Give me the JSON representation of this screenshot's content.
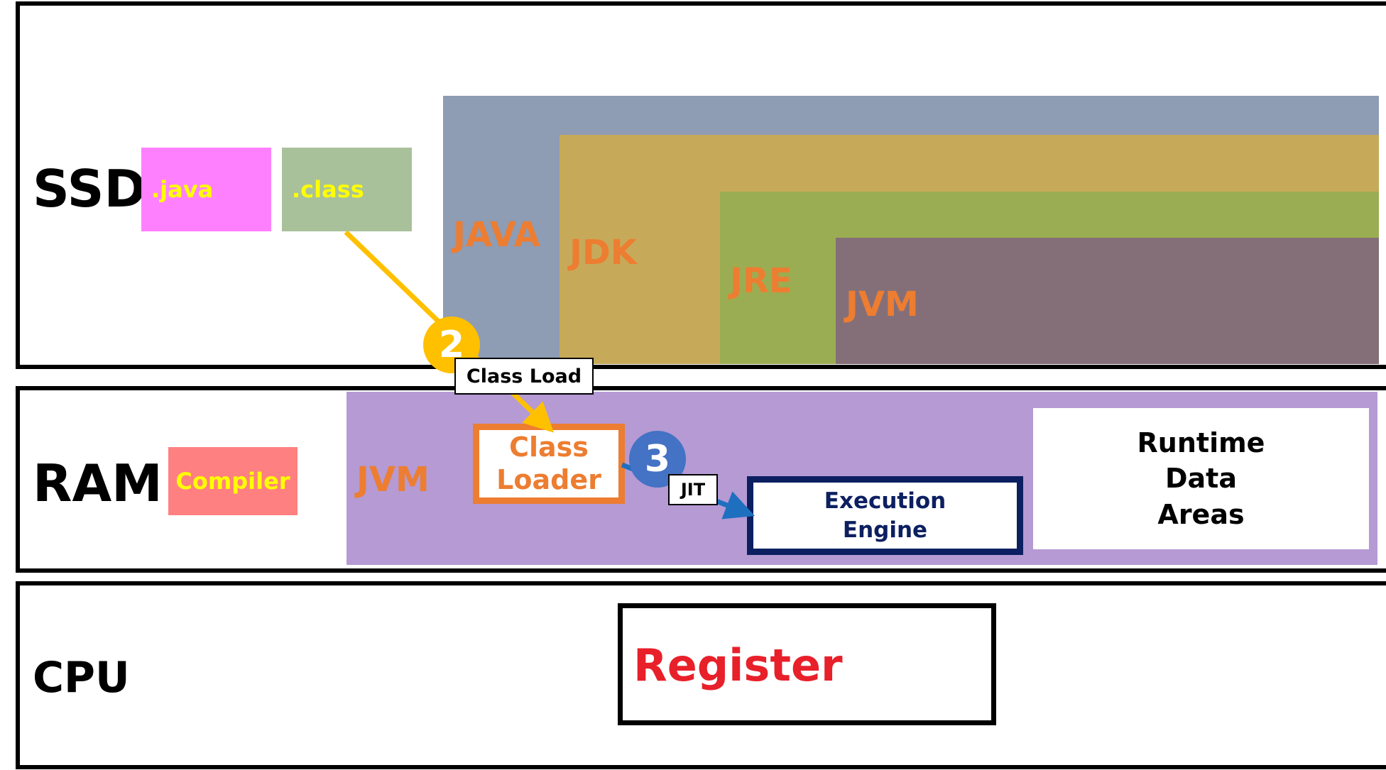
{
  "ssd": {
    "label": "SSD",
    "java_file": ".java",
    "class_file": ".class",
    "layers": {
      "java": "JAVA",
      "jdk": "JDK",
      "jre": "JRE",
      "jvm": "JVM"
    }
  },
  "ram": {
    "label": "RAM",
    "compiler": "Compiler",
    "jvm_label": "JVM",
    "class_loader": [
      "Class",
      "Loader"
    ],
    "execution_engine": [
      "Execution",
      "Engine"
    ],
    "runtime_data_areas": [
      "Runtime",
      "Data",
      "Areas"
    ]
  },
  "cpu": {
    "label": "CPU",
    "register": "Register"
  },
  "steps": {
    "step2": {
      "number": "2",
      "label": "Class Load"
    },
    "step3": {
      "number": "3",
      "label": "JIT"
    }
  },
  "colors": {
    "java_file": "#ff80ff",
    "class_file": "#a9c19b",
    "java_layer": "#8e9cb4",
    "jdk_layer": "#c6aa5a",
    "jre_layer": "#9bad52",
    "jvm_layer": "#846f78",
    "ram_jvm": "#b59ad3",
    "compiler": "#ff8080",
    "orange": "#ed7d31",
    "navy": "#0c1f60",
    "register_red": "#e8202a",
    "step2": "#ffc000",
    "step3": "#4472c4"
  }
}
